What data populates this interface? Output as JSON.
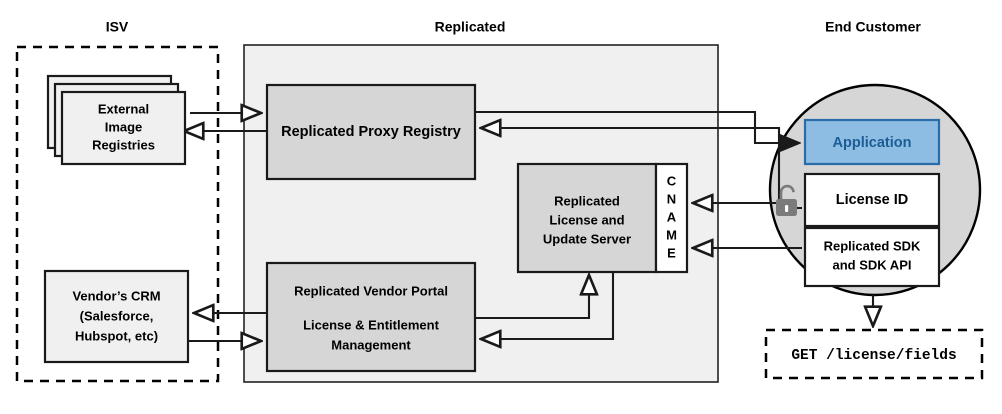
{
  "zones": {
    "isv": {
      "title": "ISV"
    },
    "replicated": {
      "title": "Replicated"
    },
    "end_customer": {
      "title": "End Customer"
    }
  },
  "nodes": {
    "external_registries": {
      "lines": [
        "External",
        "Image",
        "Registries"
      ]
    },
    "vendor_crm": {
      "lines": [
        "Vendor’s CRM",
        "(Salesforce,",
        "Hubspot, etc)"
      ]
    },
    "proxy_registry": {
      "lines": [
        "Replicated Proxy Registry"
      ]
    },
    "license_update_server": {
      "lines": [
        "Replicated",
        "License and",
        "Update Server"
      ]
    },
    "cname": {
      "letters": [
        "C",
        "N",
        "A",
        "M",
        "E"
      ],
      "label": "CNAME"
    },
    "vendor_portal": {
      "lines": [
        "Replicated Vendor Portal",
        "License & Entitlement",
        "Management"
      ]
    },
    "application": {
      "label": "Application"
    },
    "license_id": {
      "label": "License ID"
    },
    "sdk": {
      "lines": [
        "Replicated SDK",
        "and SDK API"
      ]
    },
    "api_request": {
      "label": "GET /license/fields"
    }
  },
  "icons": {
    "lock": "unlock-icon"
  },
  "colors": {
    "node_fill_gray": "#d6d6d6",
    "node_fill_light": "#f0f0f0",
    "node_fill_white": "#ffffff",
    "application_fill": "#8ebde4",
    "application_text": "#1c5d96",
    "application_stroke": "#2a6ca8",
    "zone_fill": "#f0f0f0",
    "circle_fill": "#d6d6d6",
    "stroke": "#1a1a1a",
    "lock_stroke": "#7b7b7b"
  }
}
